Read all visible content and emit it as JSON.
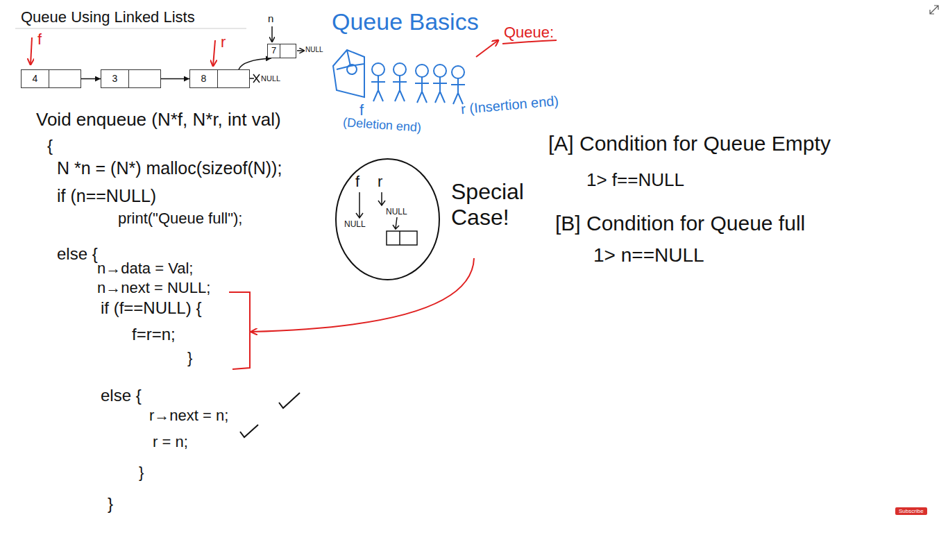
{
  "diagram": {
    "title": "Queue Using Linked Lists",
    "nodes": [
      {
        "text": [
          "4"
        ]
      },
      {
        "text": [
          "3"
        ]
      },
      {
        "text": [
          "8"
        ]
      },
      {
        "text": [
          "7"
        ]
      },
      {
        "text": [
          "f",
          "r",
          "NULL",
          "NULL"
        ]
      },
      {
        "text": [
          "Subscribe"
        ]
      }
    ],
    "edges": [
      {
        "from": 0,
        "to": 1,
        "arrow": "to"
      },
      {
        "from": 1,
        "to": 2,
        "arrow": "to"
      },
      {
        "from": 2,
        "to": 3,
        "arrow": "to"
      }
    ],
    "labels": [
      "f",
      "r",
      "n",
      "NULL",
      "NULL",
      "Queue Basics",
      "Queue:",
      "f",
      "(Deletion end)",
      "r (Insertion end)",
      "Void enqueue (N*f, N*r, int val)",
      "{",
      "N *n = (N*) malloc(sizeof(N));",
      "if (n==NULL)",
      "print(\"Queue full\");",
      "else {",
      "n→data = Val;",
      "n→next = NULL;",
      "if (f==NULL) {",
      "f=r=n;",
      "}",
      "else {",
      "r→next = n;",
      "r = n;",
      "}",
      "}",
      "Special Case!",
      "[A] Condition for Queue Empty",
      "1> f==NULL",
      "[B] Condition for Queue full",
      "1> n==NULL"
    ]
  }
}
